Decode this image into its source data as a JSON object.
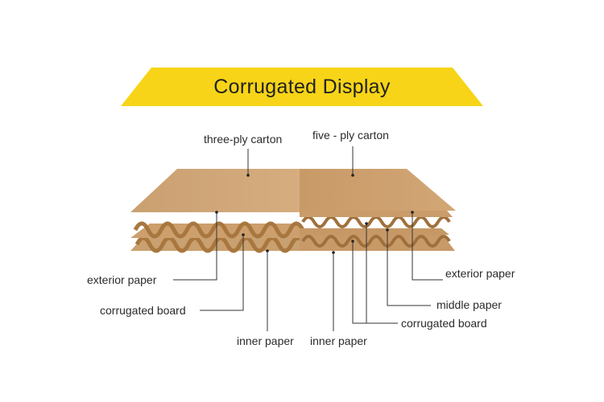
{
  "title": "Corrugated Display",
  "colors": {
    "banner": "#f7d417",
    "cardboard_light": "#d2a675",
    "cardboard_mid": "#c49563",
    "cardboard_dark": "#9c6e40",
    "leader_line": "#333333"
  },
  "headers": {
    "three_ply": "three-ply carton",
    "five_ply": "five - ply carton"
  },
  "labels": {
    "left_exterior": "exterior paper",
    "left_corrugated": "corrugated board",
    "left_inner": "inner paper",
    "right_inner": "inner paper",
    "right_exterior": "exterior paper",
    "right_middle": "middle paper",
    "right_corrugated": "corrugated board"
  }
}
